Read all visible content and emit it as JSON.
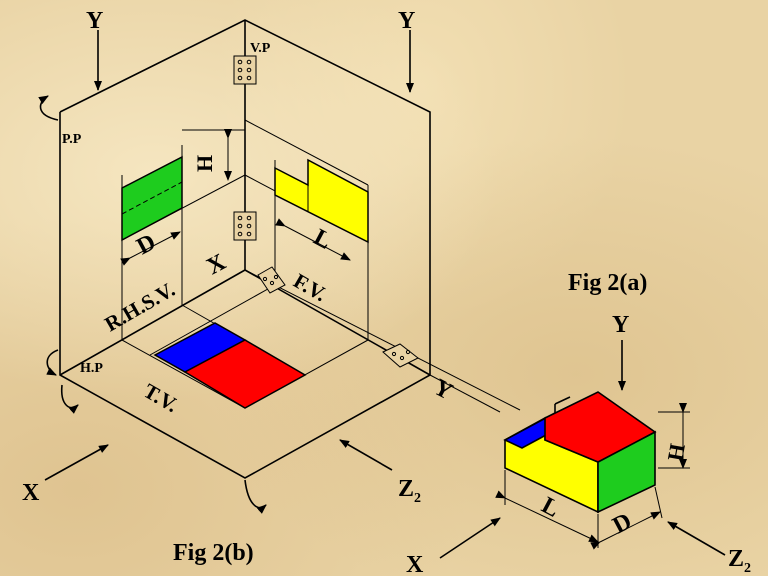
{
  "labels": {
    "y_left": "Y",
    "y_right": "Y",
    "vp": "V.P",
    "pp": "P.P",
    "hp": "H.P",
    "h_side": "H",
    "d_side": "D",
    "x_center": "X",
    "l_front": "L",
    "rhsv": "R.H.S.V.",
    "fv": "F.V.",
    "tv": "T.V.",
    "y_axis": "Y",
    "x_bottom_left": "X",
    "z2_left": "Z",
    "z2_left_sub": "2",
    "fig2b": "Fig 2(b)",
    "fig2a": "Fig 2(a)",
    "y_block": "Y",
    "h_block": "H",
    "l_block": "L",
    "d_block": "D",
    "x_block": "X",
    "z2_block": "Z",
    "z2_block_sub": "2"
  },
  "colors": {
    "background": "#e9d3a4",
    "side_view": "#1ecc1e",
    "front_view": "#ffff00",
    "top_blue": "#0000ff",
    "top_red": "#ff0000"
  }
}
